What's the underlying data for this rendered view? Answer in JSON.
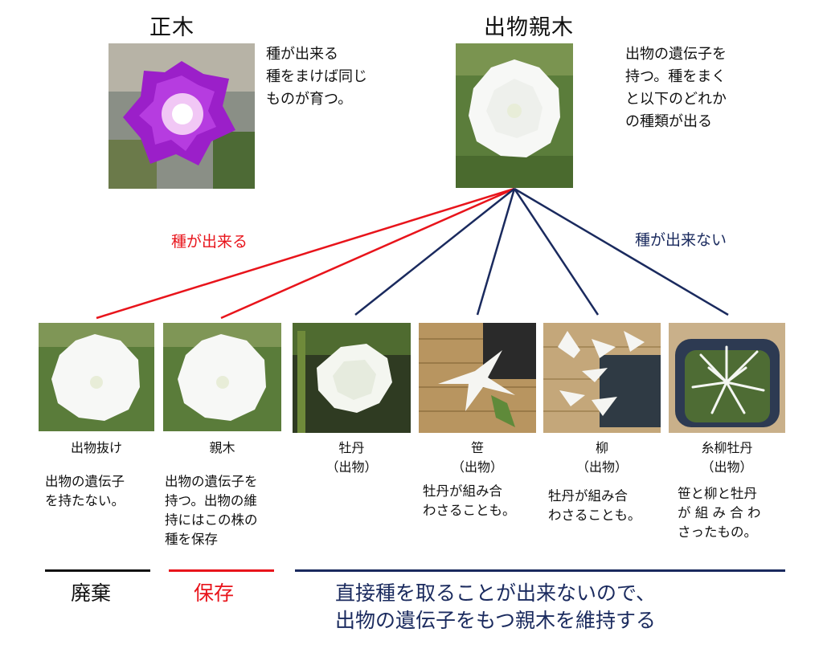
{
  "top": {
    "left": {
      "title": "正木",
      "desc": "種が出来る\n種をまけば同じ\nものが育つ。"
    },
    "right": {
      "title": "出物親木",
      "desc": "出物の遺伝子を\n持つ。種をまく\nと以下のどれか\nの種類が出る"
    }
  },
  "branches": {
    "left_label": "種が出来る",
    "right_label": "種が出来ない",
    "left_color": "#e8141b",
    "right_color": "#1a2a5e"
  },
  "children": [
    {
      "caption": "出物抜け",
      "desc": "出物の遺伝子\nを持たない。"
    },
    {
      "caption": "親木",
      "desc": "出物の遺伝子を\n持つ。出物の維\n持にはこの株の\n種を保存"
    },
    {
      "caption": "牡丹\n（出物）",
      "desc": ""
    },
    {
      "caption": "笹\n（出物）",
      "desc": "牡丹が組み合\nわさることも。"
    },
    {
      "caption": "柳\n（出物）",
      "desc": "牡丹が組み合\nわさることも。"
    },
    {
      "caption": "糸柳牡丹\n（出物）",
      "desc": "笹と柳と牡丹\nが 組 み 合 わ\nさったもの。"
    }
  ],
  "bottom": {
    "discard": "廃棄",
    "keep": "保存",
    "message": "直接種を取ることが出来ないので、\n出物の遺伝子をもつ親木を維持する"
  },
  "colors": {
    "red": "#e8141b",
    "navy": "#1a2a5e",
    "black": "#111111"
  }
}
